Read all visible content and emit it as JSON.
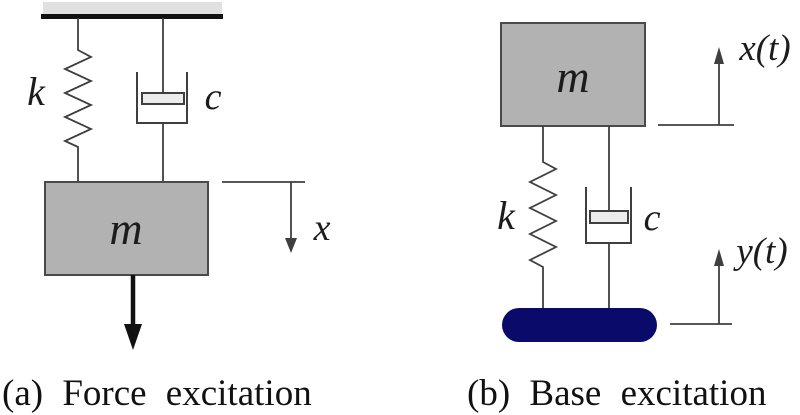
{
  "figure": {
    "colors": {
      "background": "#ffffff",
      "mass_fill": "#b2b2b2",
      "mass_border": "#4a4a4a",
      "ceiling_fill": "#e0e0e0",
      "ceiling_band": "#111111",
      "line": "#3f3f3f",
      "piston_fill": "#ececec",
      "base_fill": "#0a0a6a",
      "base_border": "#05053f",
      "text": "#1c1c1c"
    },
    "diagram_a": {
      "caption": "(a) Force excitation",
      "labels": {
        "spring": "k",
        "damper": "c",
        "mass": "m",
        "displacement": "x"
      }
    },
    "diagram_b": {
      "caption": "(b) Base excitation",
      "labels": {
        "spring": "k",
        "damper": "c",
        "mass": "m",
        "mass_displacement": "x(t)",
        "base_displacement": "y(t)"
      }
    }
  }
}
